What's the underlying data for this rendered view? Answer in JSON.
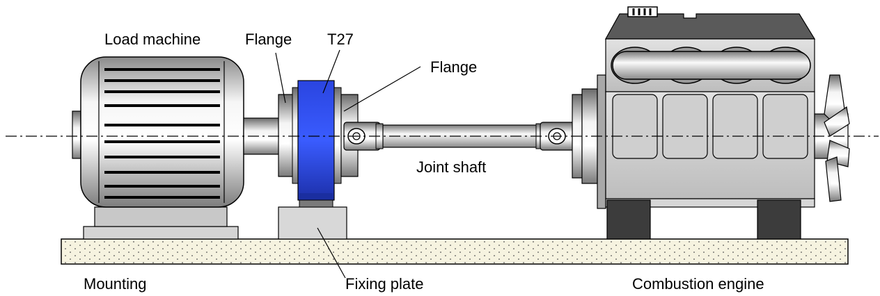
{
  "labels": {
    "load_machine": "Load machine",
    "flange_left": "Flange",
    "t27": "T27",
    "flange_right": "Flange",
    "joint_shaft": "Joint shaft",
    "mounting": "Mounting",
    "fixing_plate": "Fixing plate",
    "combustion_engine": "Combustion engine"
  },
  "colors": {
    "t27_blue": "#3350e8",
    "engine_block": "#cfcfcf",
    "engine_dark": "#3c3c3c",
    "mounting_fill": "#f6f3e0",
    "outline": "#000000"
  }
}
